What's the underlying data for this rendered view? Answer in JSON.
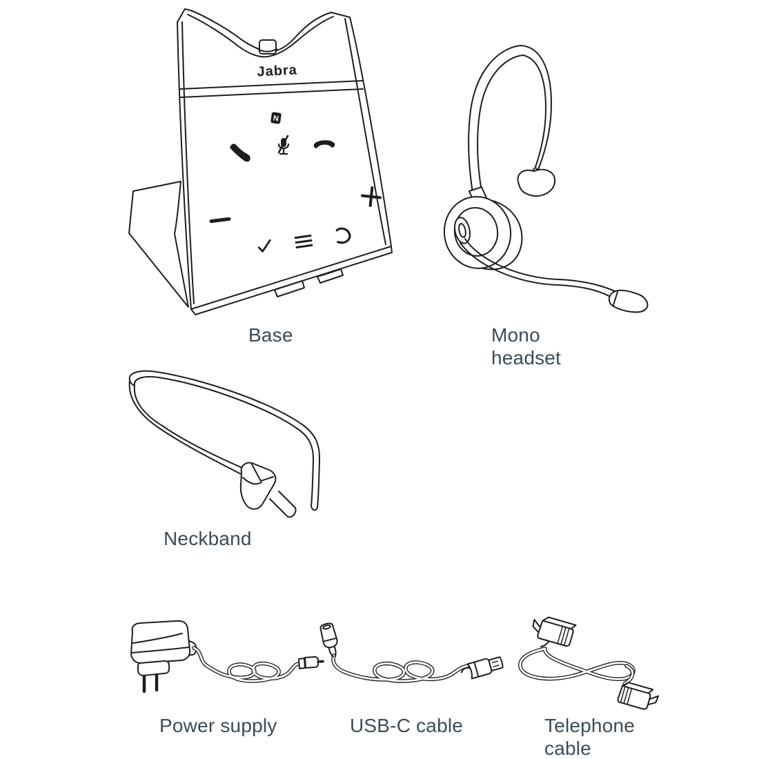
{
  "page": {
    "background_color": "#ffffff",
    "line_color": "#1d1d1b",
    "label_color": "#3e4a55"
  },
  "items": [
    {
      "id": "base",
      "label": "Base"
    },
    {
      "id": "mono-headset",
      "label": "Mono headset"
    },
    {
      "id": "neckband",
      "label": "Neckband"
    },
    {
      "id": "power-supply",
      "label": "Power supply"
    },
    {
      "id": "usb-c-cable",
      "label": "USB-C cable"
    },
    {
      "id": "telephone-cable",
      "label": "Telephone cable"
    }
  ],
  "base": {
    "logo_text": "Jabra",
    "nfc_glyph": "N",
    "touch_icons": [
      "nfc",
      "answer-call",
      "mute-microphone",
      "end-call",
      "volume-down",
      "volume-up",
      "accept",
      "menu",
      "back"
    ]
  }
}
